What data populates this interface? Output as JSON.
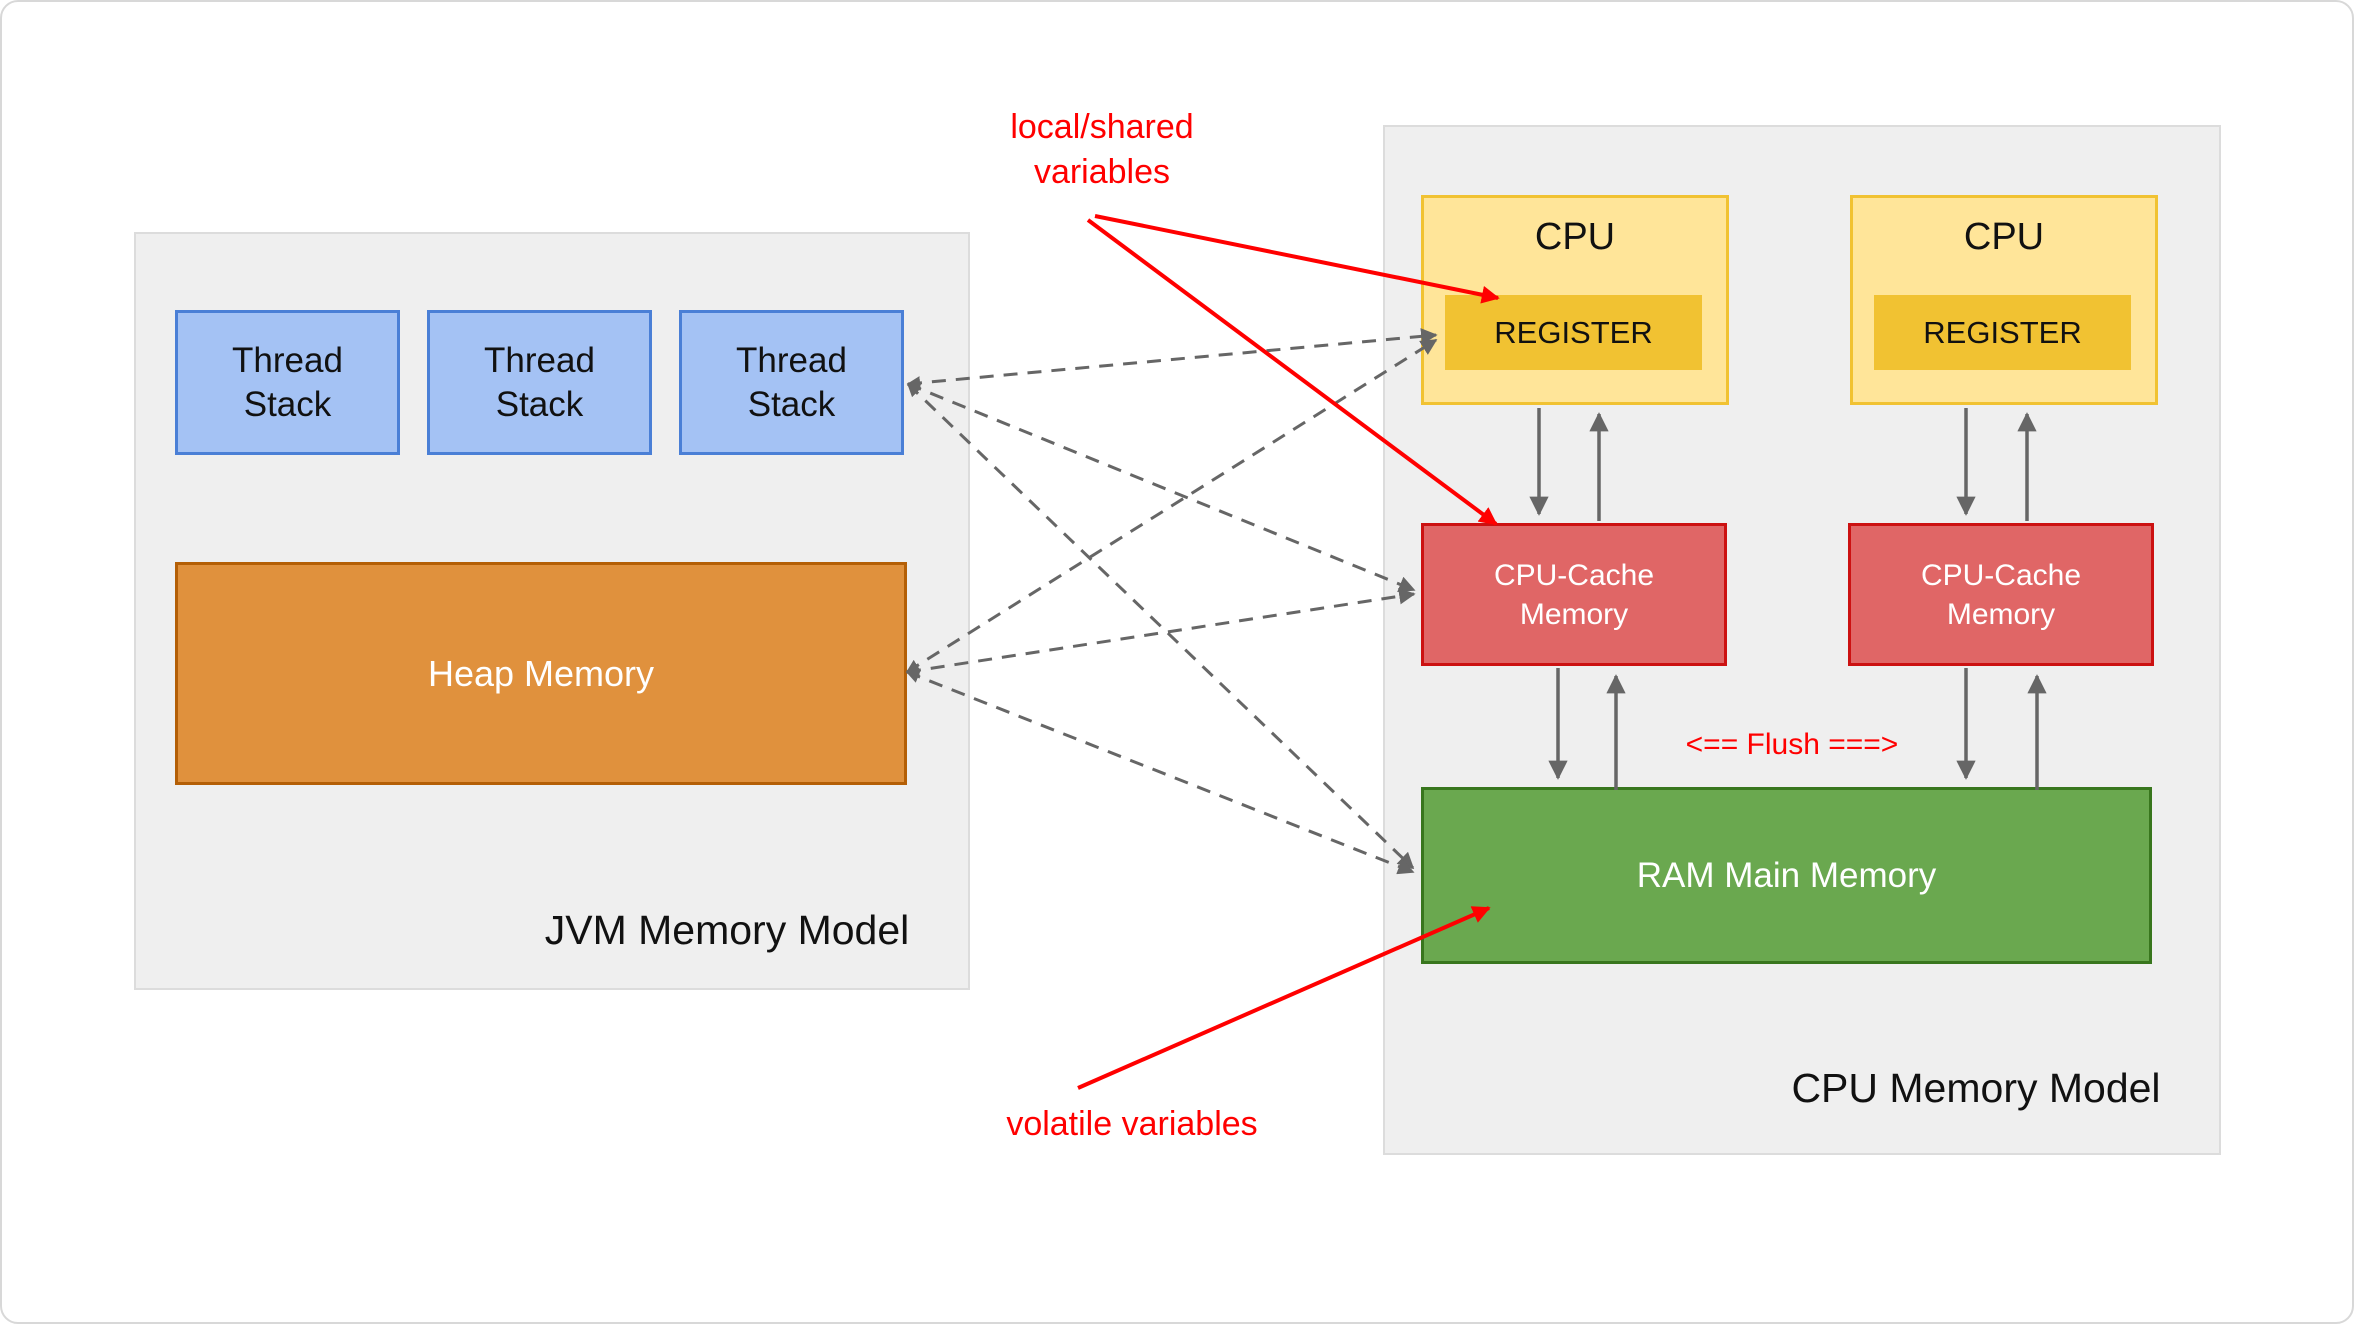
{
  "jvm_panel": {
    "title": "JVM Memory Model",
    "thread_stacks": [
      "Thread\nStack",
      "Thread\nStack",
      "Thread\nStack"
    ],
    "heap_label": "Heap Memory"
  },
  "cpu_panel": {
    "title": "CPU Memory Model",
    "cpus": [
      {
        "label": "CPU",
        "register_label": "REGISTER",
        "cache_label": "CPU-Cache\nMemory"
      },
      {
        "label": "CPU",
        "register_label": "REGISTER",
        "cache_label": "CPU-Cache\nMemory"
      }
    ],
    "ram_label": "RAM Main Memory",
    "flush_label": "<== Flush ===>"
  },
  "annotations": {
    "local_shared": "local/shared\nvariables",
    "volatile_vars": "volatile variables"
  },
  "colors": {
    "panel_bg": "#efefef",
    "panel_border": "#dcdcdc",
    "thread_fill": "#a4c2f4",
    "thread_border": "#4a7fd6",
    "heap_fill": "#e0913d",
    "heap_border": "#b45f06",
    "cpu_fill": "#ffe599",
    "cpu_border": "#f1c232",
    "register_fill": "#f1c232",
    "cache_fill": "#e06666",
    "cache_border": "#cc1111",
    "ram_fill": "#6aa84f",
    "ram_border": "#38761d",
    "arrow_gray": "#666666",
    "accent_red": "#ff0000",
    "text_dark": "#111111",
    "text_light": "#ffffff",
    "canvas_border": "#d8d8d8"
  }
}
